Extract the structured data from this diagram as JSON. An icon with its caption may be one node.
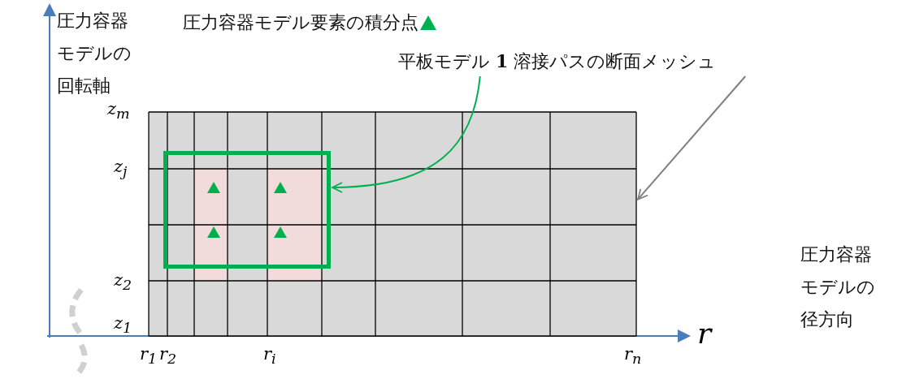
{
  "diagram": {
    "nodes": [
      {
        "text": [
          "平板モデル **1** 溶接パスの断面メッシュ"
        ]
      },
      {
        "text": [],
        "shape": "box"
      },
      {
        "text": [],
        "shape": "box",
        "in": 1
      }
    ],
    "edges": [
      {
        "from": 0,
        "to": 2,
        "arrow": "to",
        "color": "#00b050"
      },
      {
        "from": 0,
        "to": 1,
        "arrow": "to",
        "color": "#808080"
      }
    ],
    "labels": [
      "圧力容器モデルの回転軸",
      "z$_{m}$",
      "z$_{j}$",
      "z$_{2}$",
      "z$_{1}$",
      "r$_{1}$",
      "r$_{2}$",
      "r$_{i}$",
      "r$_{n}$",
      "r",
      "圧力容器モデルの径方向"
    ],
    "legend": [
      {
        "text": "圧力容器モデル要素の積分点"
      }
    ]
  }
}
